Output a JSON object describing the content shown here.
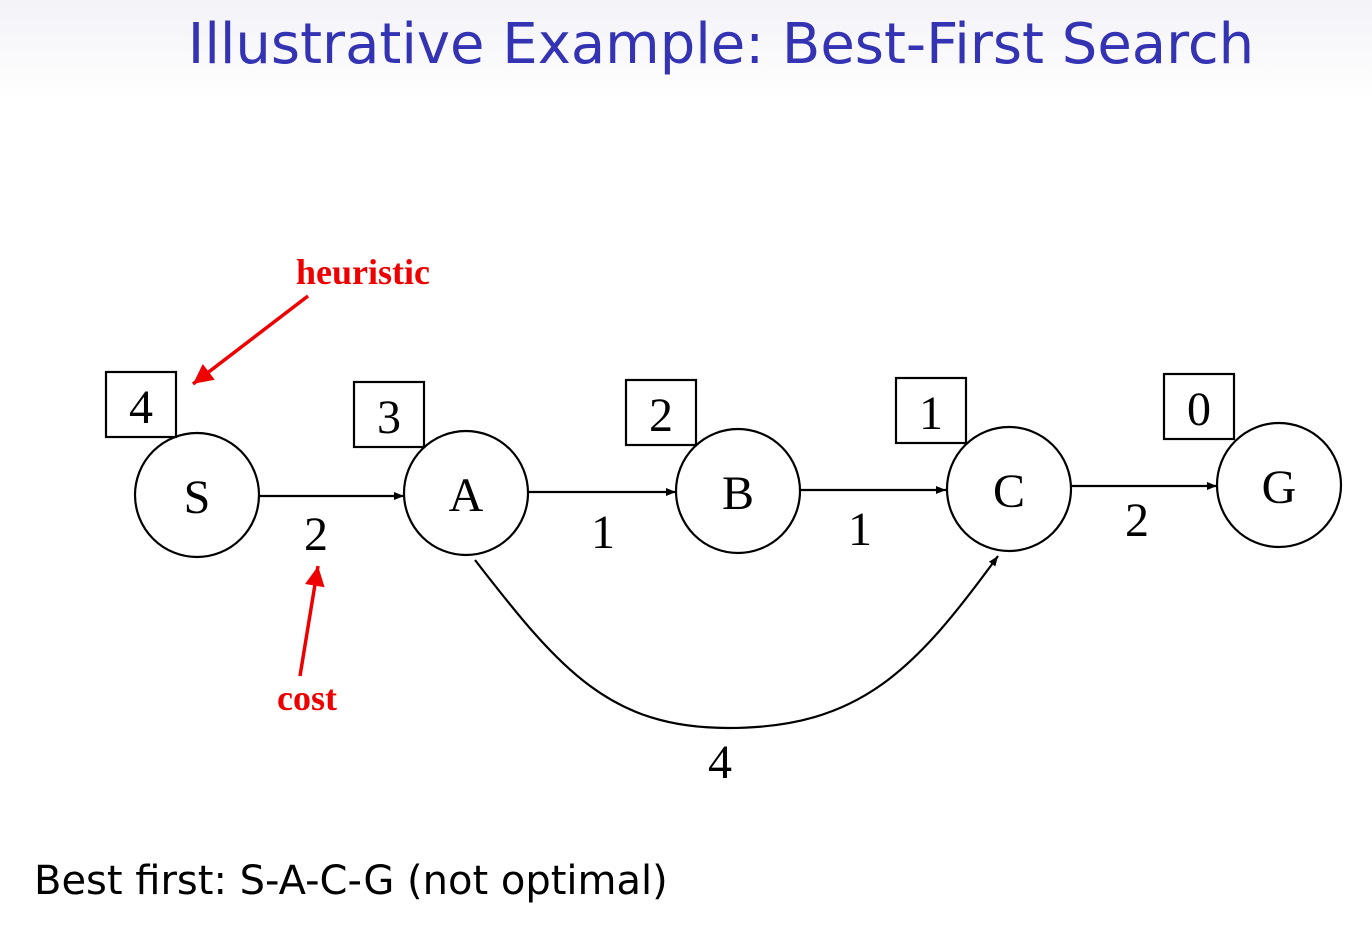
{
  "title": "Illustrative Example: Best-First Search",
  "caption": "Best first: S-A-C-G (not optimal)",
  "colors": {
    "title": "#3333b3",
    "annotation": "#ee0000",
    "ink": "#000000"
  },
  "annotations": {
    "heuristic": "heuristic",
    "cost": "cost"
  },
  "nodes": [
    {
      "id": "S",
      "label": "S",
      "heuristic": "4"
    },
    {
      "id": "A",
      "label": "A",
      "heuristic": "3"
    },
    {
      "id": "B",
      "label": "B",
      "heuristic": "2"
    },
    {
      "id": "C",
      "label": "C",
      "heuristic": "1"
    },
    {
      "id": "G",
      "label": "G",
      "heuristic": "0"
    }
  ],
  "edges": [
    {
      "from": "S",
      "to": "A",
      "cost": "2"
    },
    {
      "from": "A",
      "to": "B",
      "cost": "1"
    },
    {
      "from": "B",
      "to": "C",
      "cost": "1"
    },
    {
      "from": "C",
      "to": "G",
      "cost": "2"
    },
    {
      "from": "A",
      "to": "C",
      "cost": "4"
    }
  ]
}
